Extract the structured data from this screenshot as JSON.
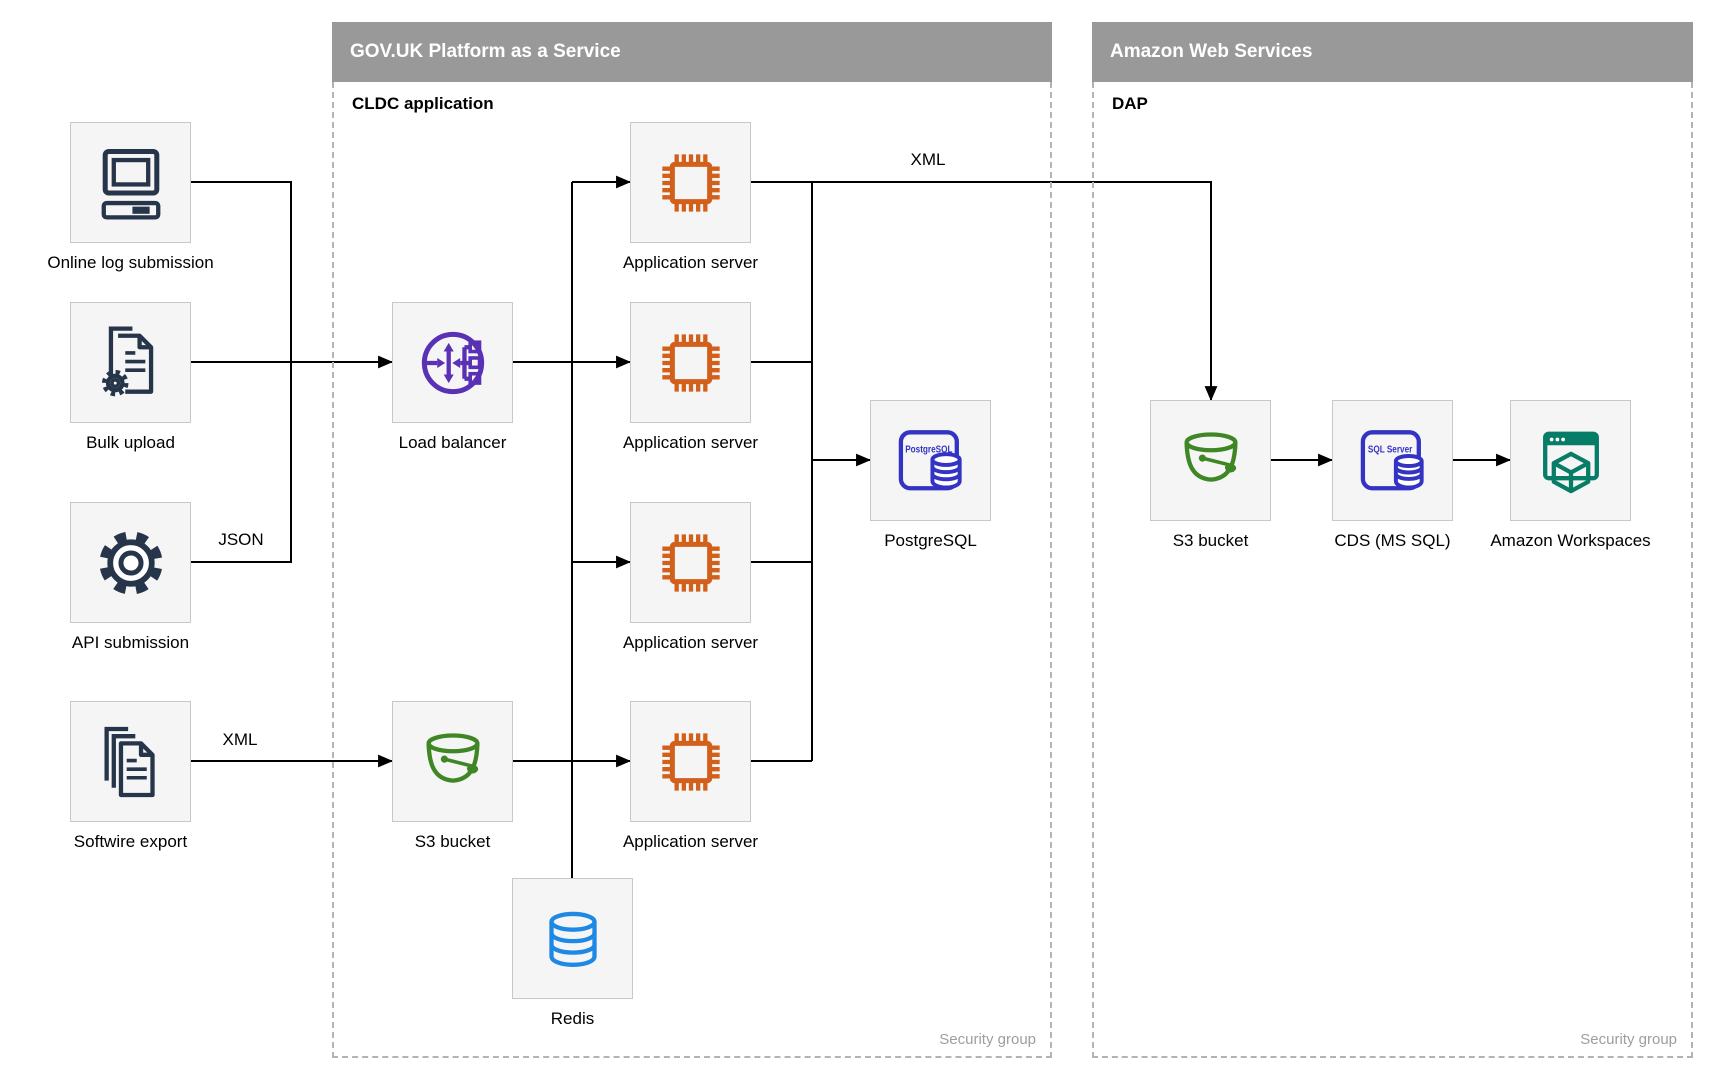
{
  "govuk_container": {
    "title": "GOV.UK Platform as a Service",
    "sublabel": "CLDC application",
    "security_label": "Security group"
  },
  "aws_container": {
    "title": "Amazon Web Services",
    "sublabel": "DAP",
    "security_label": "Security group"
  },
  "nodes": {
    "online_log": {
      "label": "Online log submission",
      "icon": "computer-icon"
    },
    "bulk_upload": {
      "label": "Bulk upload",
      "icon": "document-gear-icon"
    },
    "api_submission": {
      "label": "API submission",
      "icon": "gear-icon"
    },
    "softwire_export": {
      "label": "Softwire export",
      "icon": "documents-stack-icon"
    },
    "load_balancer": {
      "label": "Load balancer",
      "icon": "load-balancer-icon"
    },
    "s3_govuk": {
      "label": "S3 bucket",
      "icon": "bucket-icon"
    },
    "redis": {
      "label": "Redis",
      "icon": "database-cylinder-icon"
    },
    "app_server_1": {
      "label": "Application server",
      "icon": "chip-icon"
    },
    "app_server_2": {
      "label": "Application server",
      "icon": "chip-icon"
    },
    "app_server_3": {
      "label": "Application server",
      "icon": "chip-icon"
    },
    "app_server_4": {
      "label": "Application server",
      "icon": "chip-icon"
    },
    "postgresql": {
      "label": "PostgreSQL",
      "icon": "postgresql-icon"
    },
    "s3_aws": {
      "label": "S3 bucket",
      "icon": "bucket-icon"
    },
    "cds": {
      "label": "CDS (MS SQL)",
      "icon": "sql-server-icon"
    },
    "workspaces": {
      "label": "Amazon Workspaces",
      "icon": "workspaces-icon"
    }
  },
  "icon_text": {
    "postgresql": "PostgreSQL",
    "sql_server": "SQL Server"
  },
  "edge_labels": {
    "json": "JSON",
    "xml_softwire": "XML",
    "xml_aws": "XML"
  },
  "colors": {
    "header_gray": "#999999",
    "border_gray": "#b3b3b3",
    "node_fill": "#f5f5f5",
    "node_border": "#c8c8c8",
    "security_gray": "#9e9e9e",
    "line": "#000000",
    "navy": "#26354a",
    "orange": "#d2601b",
    "purple": "#5a30b5",
    "green": "#3f8624",
    "indigo": "#3333c4",
    "blue": "#1e88e5",
    "teal": "#077d68"
  }
}
